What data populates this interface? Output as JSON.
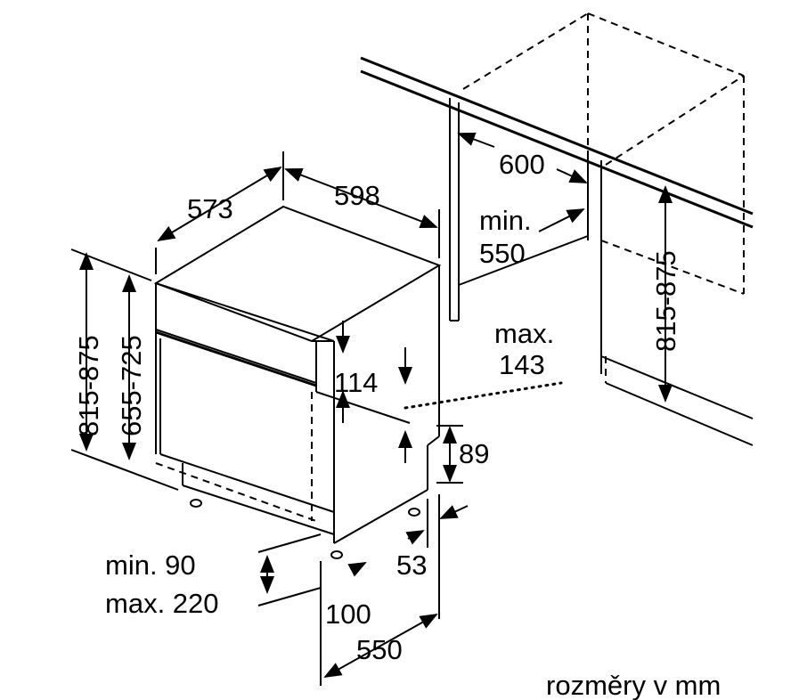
{
  "dimensions": {
    "depth_appliance": "573",
    "width_appliance": "598",
    "niche_width": "600",
    "niche_depth_min": "min.",
    "niche_depth_value": "550",
    "height_left": "815-875",
    "height_body": "655-725",
    "height_right": "815-875",
    "max_label": "max.",
    "max_value": "143",
    "panel_height": "114",
    "plinth_height": "89",
    "plinth_offset": "53",
    "foot_min": "min. 90",
    "foot_max": "max. 220",
    "foot_distance": "100",
    "bottom_depth": "550"
  },
  "caption": "rozměry v mm"
}
